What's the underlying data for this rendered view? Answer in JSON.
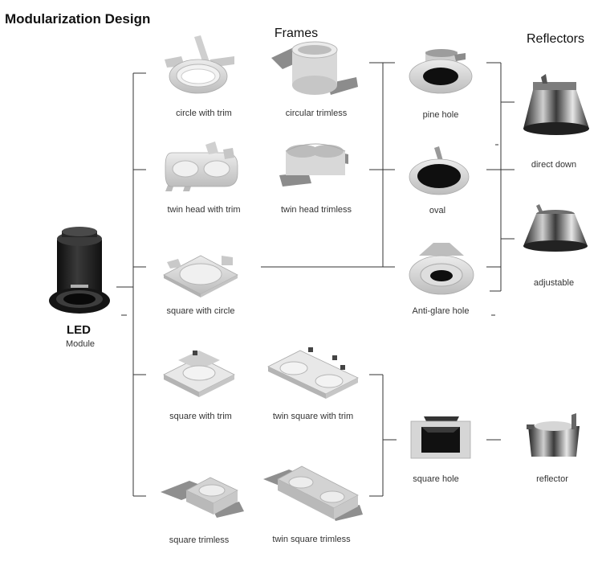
{
  "title": "Modularization Design",
  "headers": {
    "frames": "Frames",
    "reflectors": "Reflectors"
  },
  "module": {
    "name": "LED",
    "sub": "Module"
  },
  "frames": {
    "circle_with_trim": "circle with trim",
    "circular_trimless": "circular trimless",
    "twin_head_with_trim": "twin head with trim",
    "twin_head_trimless": "twin head trimless",
    "square_with_circle": "square with circle",
    "square_with_trim": "square with trim",
    "twin_square_with_trim": "twin square with trim",
    "square_trimless": "square trimless",
    "twin_square_trimless": "twin square trimless"
  },
  "holes": {
    "pine_hole": "pine hole",
    "oval": "oval",
    "anti_glare_hole": "Anti-glare hole",
    "square_hole": "square hole"
  },
  "reflectors": {
    "direct_down": "direct down",
    "adjustable": "adjustable",
    "reflector": "reflector"
  },
  "colors": {
    "line": "#333333",
    "frame": "#d7d7d7",
    "frame_dark": "#a9a9a9",
    "module": "#1b1b1b"
  }
}
